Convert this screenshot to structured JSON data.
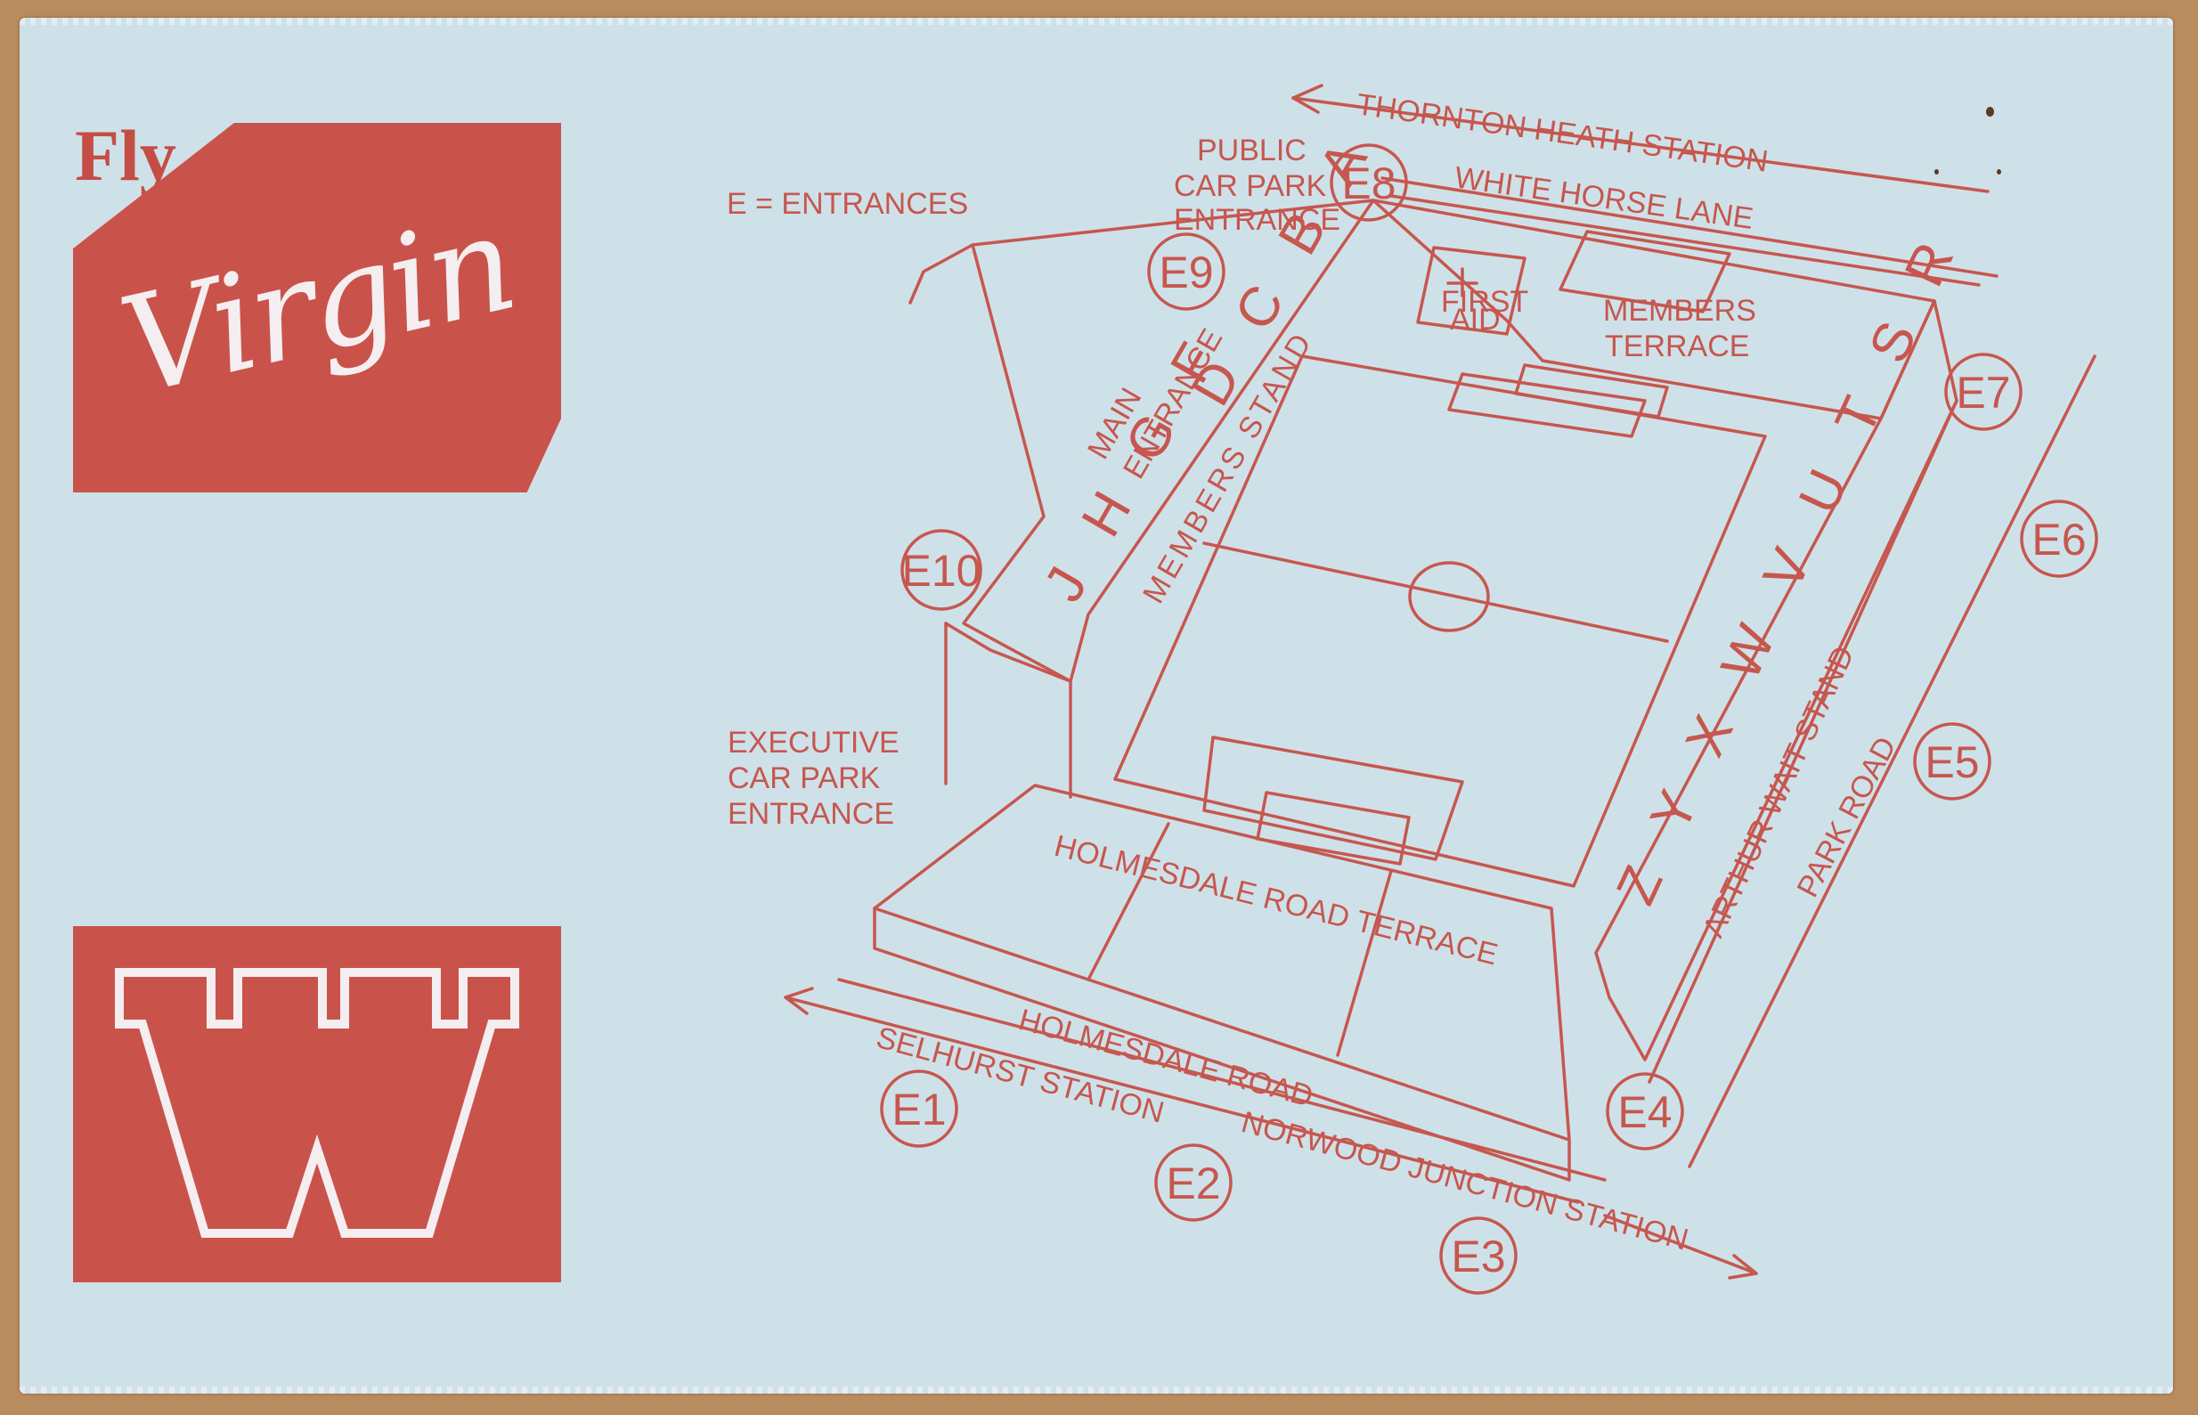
{
  "brand": {
    "fly": "Fly",
    "virgin_script": "Virgin",
    "club_letter": "W"
  },
  "colors": {
    "ink": "#c6574f",
    "card": "#cfe1e8",
    "background": "#b98c5f"
  },
  "legend": "E = ENTRANCES",
  "entrances": [
    "E1",
    "E2",
    "E3",
    "E4",
    "E5",
    "E6",
    "E7",
    "E8",
    "E9",
    "E10"
  ],
  "streets": {
    "thornton": "THORNTON HEATH STATION",
    "white_horse": "WHITE HORSE LANE",
    "selhurst": "SELHURST STATION",
    "holmesdale_road": "HOLMESDALE ROAD",
    "norwood": "NORWOOD JUNCTION STATION",
    "park_road": "PARK ROAD"
  },
  "car_parks": {
    "public": [
      "PUBLIC",
      "CAR PARK",
      "ENTRANCE"
    ],
    "executive": [
      "EXECUTIVE",
      "CAR PARK",
      "ENTRANCE"
    ]
  },
  "stands": {
    "members_terrace": [
      "MEMBERS",
      "TERRACE"
    ],
    "first_aid": [
      "FIRST",
      "AID"
    ],
    "main_entrance": [
      "MAIN",
      "ENTRANCE"
    ],
    "members_stand": "MEMBERS STAND",
    "blocks_main": "J H G F",
    "blocks_main_2": "D C B A",
    "arthur_wait": "ARTHUR WAIT STAND",
    "blocks_arthur": "Z Y X W V U T S R",
    "holmesdale_terrace": "HOLMESDALE ROAD TERRACE"
  }
}
